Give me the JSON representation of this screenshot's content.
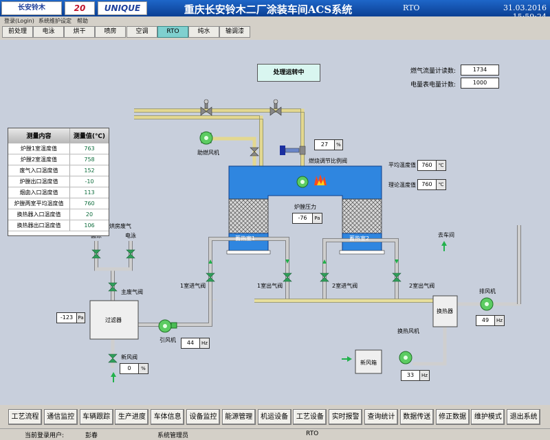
{
  "header": {
    "logo_changan": "长安铃木",
    "logo_badge": "20",
    "logo_unique": "UNIQUE",
    "title": "重庆长安铃木二厂涂装车间ACS系统",
    "mode": "RTO",
    "datetime": "31.03.2016 15:59:24"
  },
  "menu": [
    "登录(Login)",
    "系统维护设定",
    "帮助"
  ],
  "tabs": [
    "前处理",
    "电泳",
    "烘干",
    "喷房",
    "空调",
    "RTO",
    "纯水",
    "输调漆"
  ],
  "active_tab": 5,
  "status_banner": "处理运转中",
  "counters": {
    "gas_label": "燃气流量计读数:",
    "gas_value": "1734",
    "power_label": "电量表电量计数:",
    "power_value": "1000"
  },
  "measurements": {
    "header_item": "测量内容",
    "header_value": "测量值(℃)",
    "rows": [
      {
        "label": "炉膛1室温度值",
        "value": "763"
      },
      {
        "label": "炉膛2室温度值",
        "value": "758"
      },
      {
        "label": "废气入口温度值",
        "value": "152"
      },
      {
        "label": "炉膛出口温度值",
        "value": "-10"
      },
      {
        "label": "烟囱入口温度值",
        "value": "113"
      },
      {
        "label": "炉膛两室平均温度值",
        "value": "760"
      },
      {
        "label": "换热器入口温度值",
        "value": "20"
      },
      {
        "label": "换热器出口温度值",
        "value": "106"
      }
    ]
  },
  "diagram": {
    "burner_valve_value": "27",
    "burner_valve_unit": "%",
    "burner_valve_label": "燃烧调节比例阀",
    "combustion_fan_label": "助燃风机",
    "avg_temp_label": "平均温度值",
    "avg_temp_value": "760",
    "avg_temp_unit": "℃",
    "theory_temp_label": "理论温度值",
    "theory_temp_value": "760",
    "theory_temp_unit": "℃",
    "furnace_pressure_label": "炉膛压力",
    "furnace_pressure_value": "-76",
    "furnace_pressure_unit": "Pa",
    "chamber1_label": "蓄热室1",
    "chamber2_label": "蓄热室2",
    "source_label": "来自烘房废气",
    "source_a": "面涂",
    "source_b": "电泳",
    "main_valve_label": "主废气阀",
    "filter_label": "过滤器",
    "filter_pressure_value": "-123",
    "filter_pressure_unit": "Pa",
    "induced_fan_label": "引风机",
    "induced_fan_value": "44",
    "induced_fan_unit": "Hz",
    "fresh_valve_label": "新风阀",
    "fresh_valve_value": "0",
    "fresh_valve_unit": "%",
    "inlet1_label": "1室进气阀",
    "outlet1_label": "1室出气阀",
    "inlet2_label": "2室进气阀",
    "outlet2_label": "2室出气阀",
    "to_workshop_label": "去车间",
    "exhaust_fan_label": "排风机",
    "exhaust_fan_value": "49",
    "exhaust_fan_unit": "Hz",
    "heat_exchanger_label": "换热器",
    "heat_exchanger_fan_label": "换热风机",
    "fresh_box_label": "新风箱",
    "hx_fan_value": "33",
    "hx_fan_unit": "Hz"
  },
  "bottom_buttons": [
    "工艺流程",
    "通信监控",
    "车辆跟踪",
    "生产进度",
    "车体信息",
    "设备监控",
    "能源管理",
    "机运设备",
    "工艺设备",
    "实时报警",
    "查询统计",
    "数据传送",
    "修正数据",
    "维护模式",
    "退出系统"
  ],
  "statusbar": {
    "user_label": "当前登录用户:",
    "user_name": "彭春",
    "role": "系统管理员",
    "screen": "RTO"
  },
  "colors": {
    "titlebar": "#0b3f93",
    "furnace": "#2f86e0",
    "pipe": "#e8e0b0",
    "fan": "#3ab54a",
    "flame": "#ff4a1a"
  }
}
